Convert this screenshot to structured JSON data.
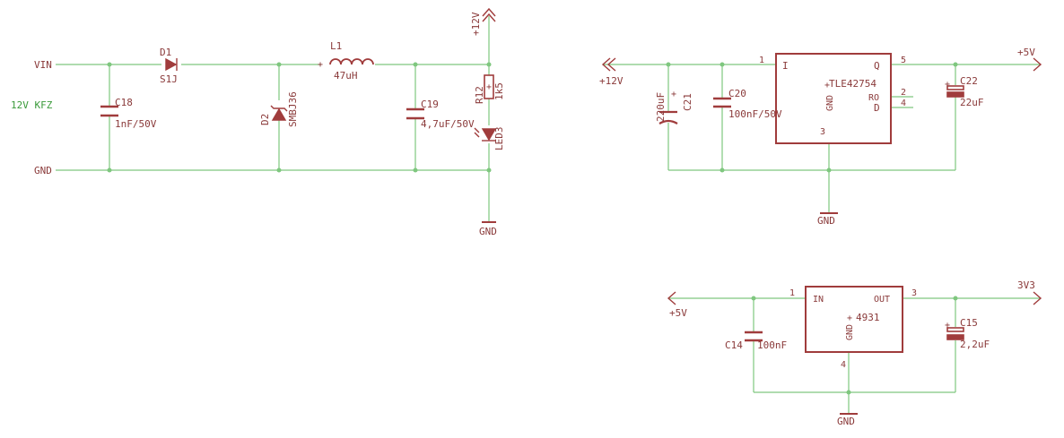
{
  "colors": {
    "wire": "#7fc77f",
    "part": "#a03c3c",
    "text": "#8a3a3a",
    "net": "#3a9a3a",
    "background": "#ffffff"
  },
  "nets": {
    "vin": "VIN",
    "gnd": "GND",
    "note": "12V KFZ",
    "v12_top": "+12V",
    "gnd_led": "GND",
    "v12_left": "+12V",
    "v5_out": "+5V",
    "gnd_reg1": "GND",
    "v5_in": "+5V",
    "v3v3": "3V3",
    "gnd_reg2": "GND"
  },
  "parts": {
    "d1_name": "D1",
    "d1_value": "S1J",
    "c18_name": "C18",
    "c18_value": "1nF/50V",
    "d2_name": "D2",
    "d2_value": "SMBJ36",
    "l1_name": "L1",
    "l1_value": "47uH",
    "c19_name": "C19",
    "c19_value": "4,7uF/50V",
    "r12_name": "R12",
    "r12_value": "1k5",
    "led3_name": "LED3",
    "c21_name": "C21",
    "c21_value": "220uF",
    "c20_name": "C20",
    "c20_value": "100nF/50V",
    "c22_name": "C22",
    "c22_value": "22uF",
    "c14_name": "C14",
    "c14_value": "100nF",
    "c15_name": "C15",
    "c15_value": "2,2uF"
  },
  "ics": {
    "u1": {
      "name": "TLE42754",
      "in": "I",
      "out": "Q",
      "gnd": "GND",
      "ro": "RO",
      "d": "D",
      "pin_in": "1",
      "pin_out": "5",
      "pin_gnd": "3",
      "pin_ro": "2",
      "pin_d": "4"
    },
    "u2": {
      "name": "4931",
      "in": "IN",
      "out": "OUT",
      "gnd": "GND",
      "pin_in": "1",
      "pin_out": "3",
      "pin_gnd": "4"
    }
  }
}
